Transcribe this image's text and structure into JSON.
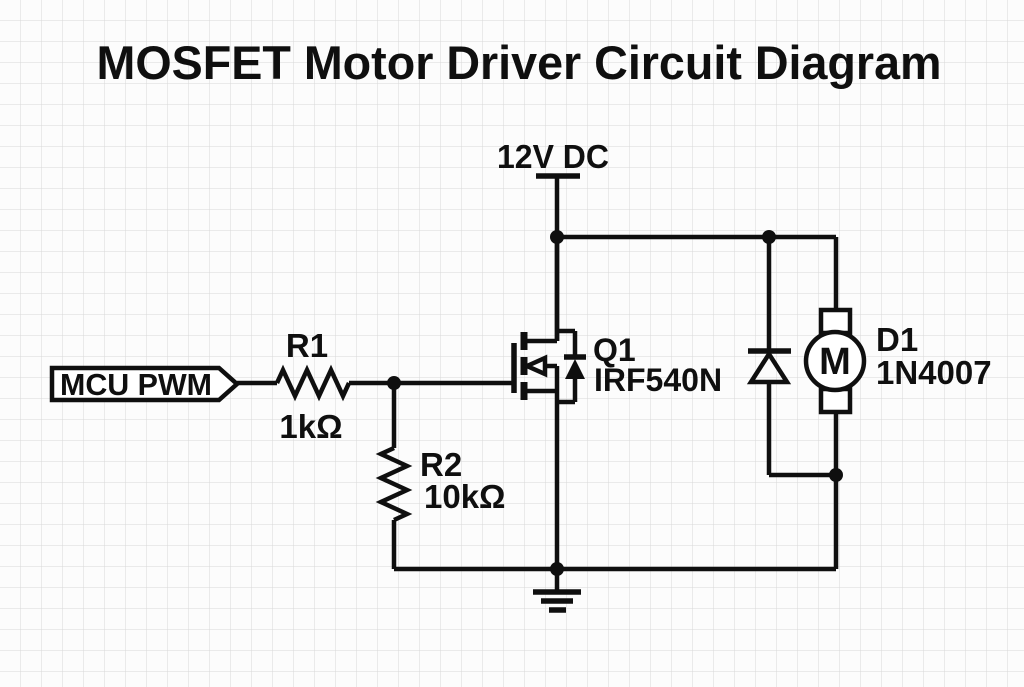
{
  "title": "MOSFET Motor Driver Circuit Diagram",
  "colors": {
    "background": "#fcfcfc",
    "grid": "#d8d8d8",
    "ink": "#0f0f0f"
  },
  "power": {
    "label": "12V DC"
  },
  "input": {
    "label": "MCU PWM"
  },
  "components": {
    "r1": {
      "ref": "R1",
      "value": "1kΩ"
    },
    "r2": {
      "ref": "R2",
      "value": "10kΩ"
    },
    "q1": {
      "ref": "Q1",
      "part": "IRF540N"
    },
    "d1": {
      "ref": "D1",
      "part": "1N4007"
    },
    "motor": {
      "label": "M"
    }
  }
}
